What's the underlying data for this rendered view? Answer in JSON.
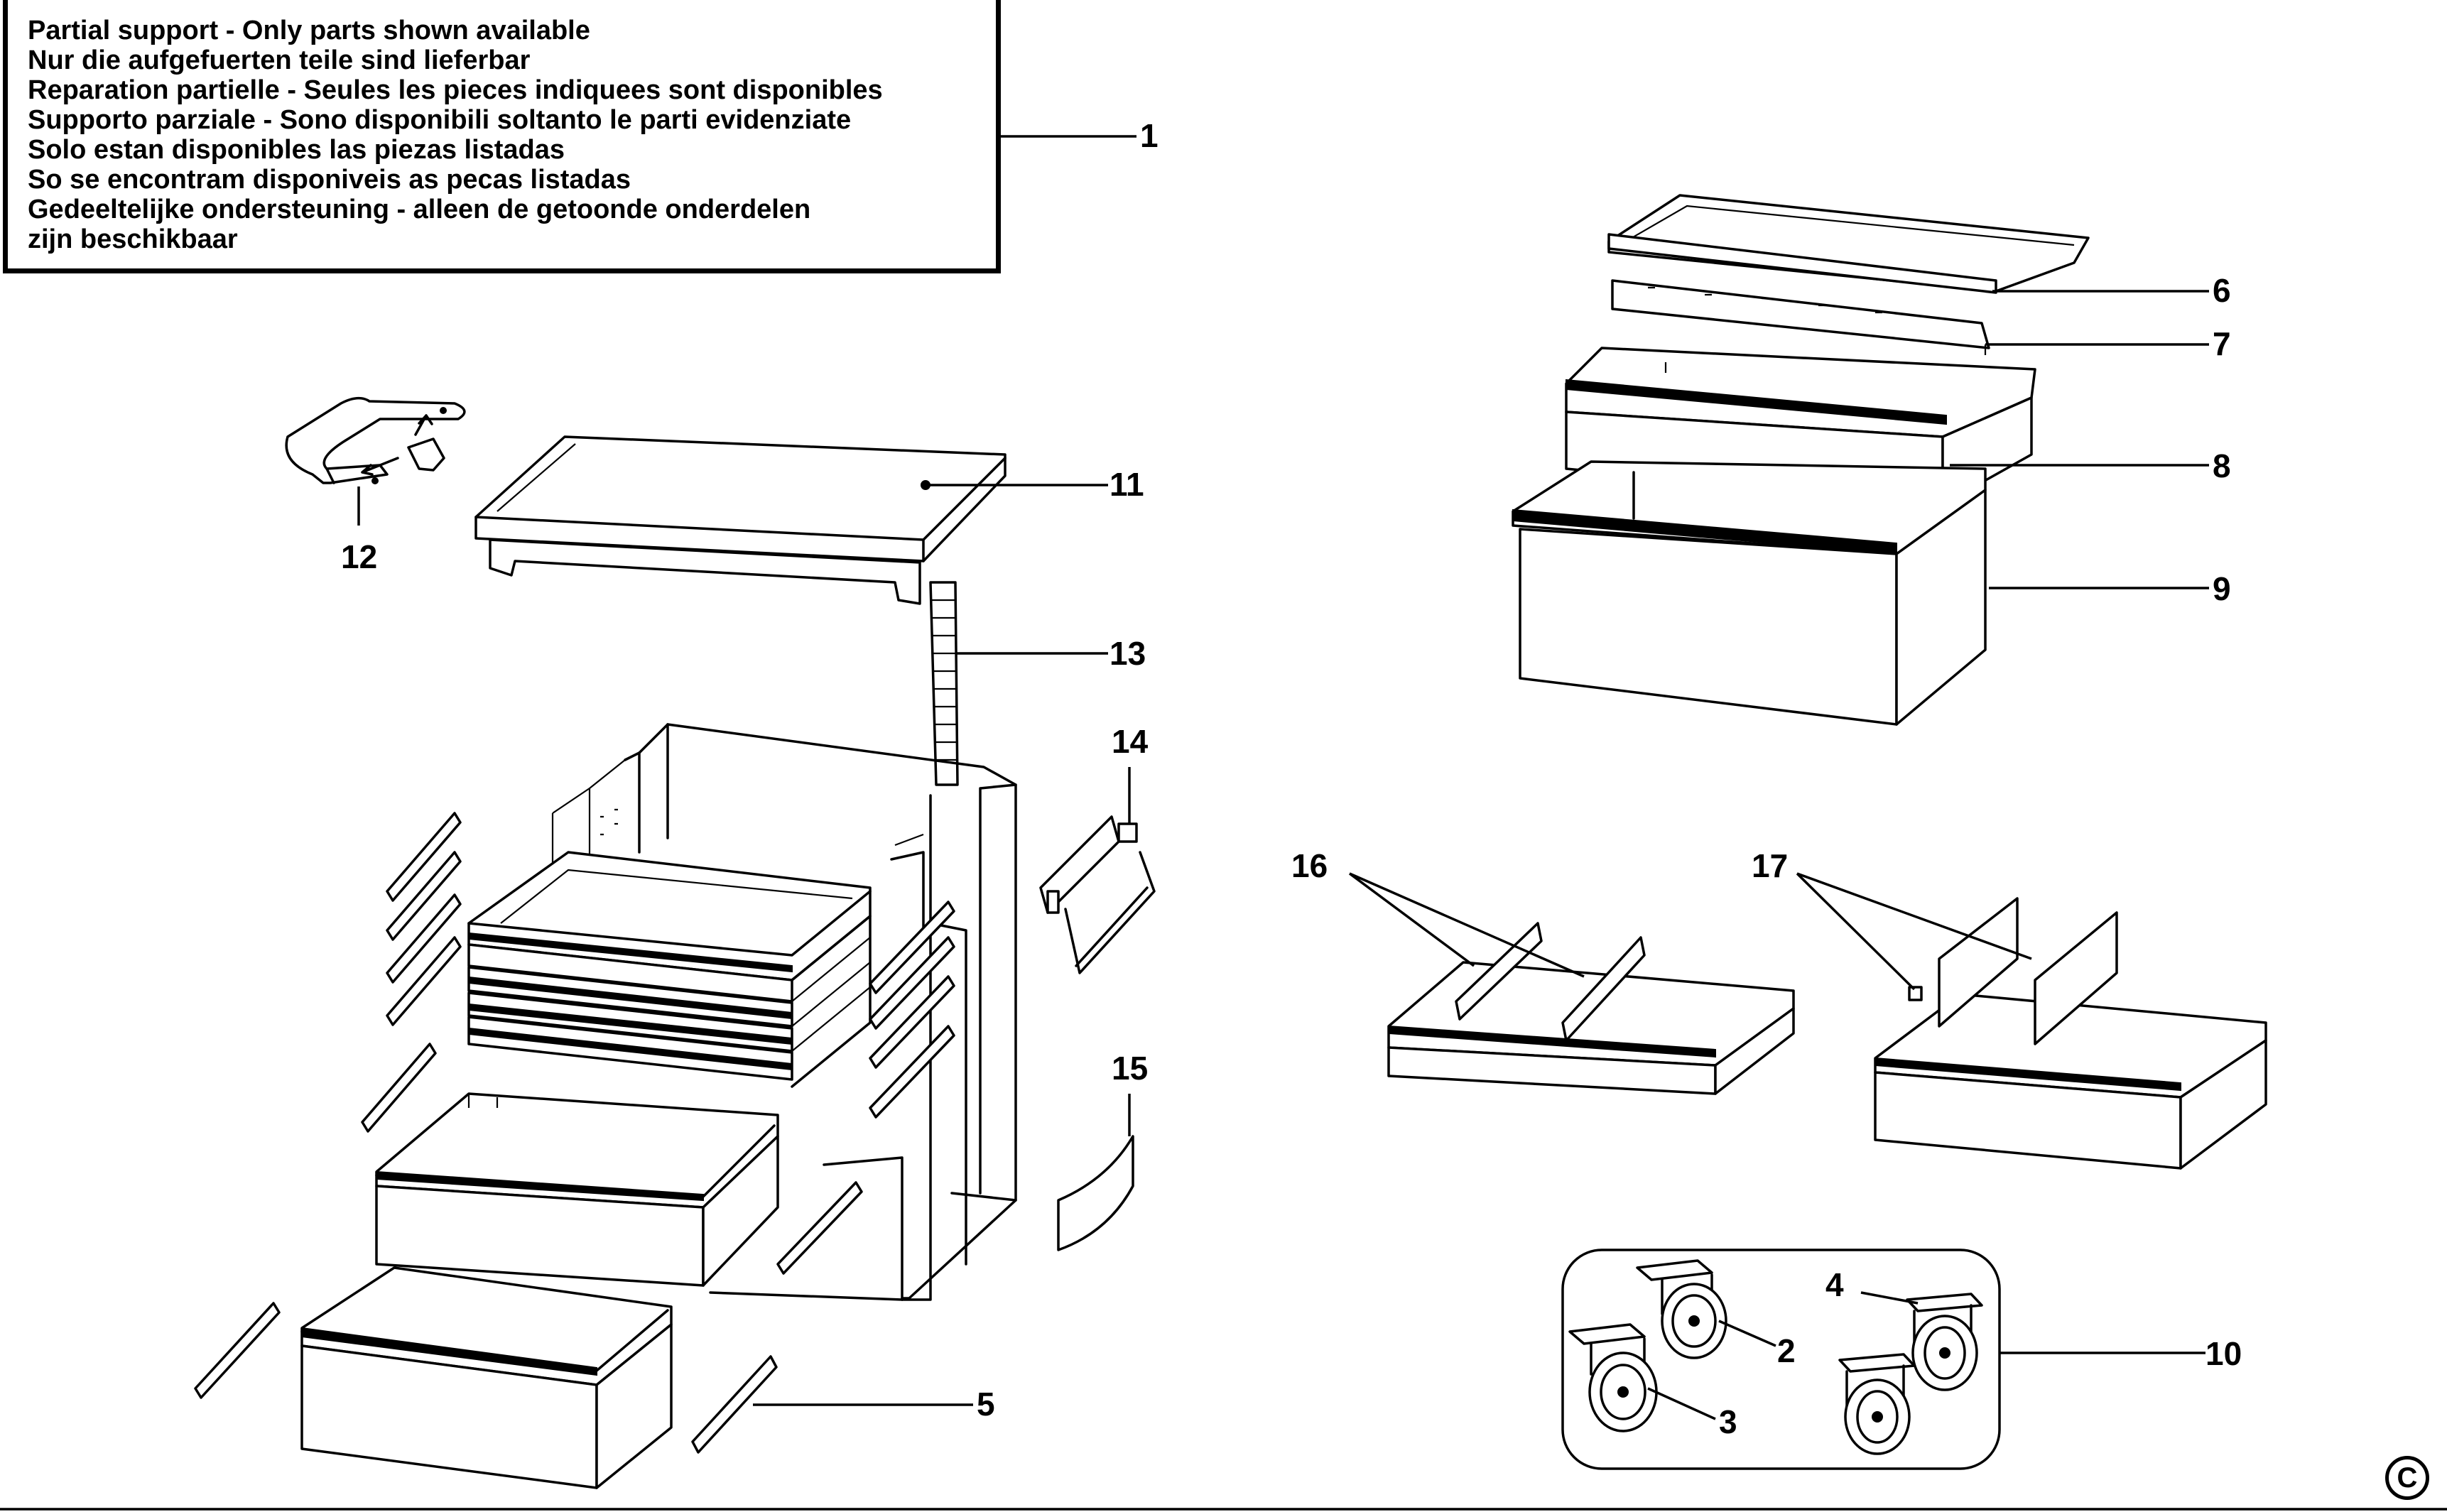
{
  "notice": {
    "lines": [
      "Partial support - Only parts shown available",
      "Nur die aufgefuerten teile sind lieferbar",
      "Reparation partielle - Seules les pieces indiquees sont disponibles",
      "Supporto parziale - Sono disponibili soltanto le parti evidenziate",
      "Solo estan disponibles las piezas listadas",
      "So se encontram disponiveis as pecas listadas",
      "Gedeeltelijke ondersteuning - alleen de getoonde onderdelen",
      "zijn beschikbaar"
    ]
  },
  "callouts": {
    "p1": "1",
    "p2": "2",
    "p3": "3",
    "p4": "4",
    "p5": "5",
    "p6": "6",
    "p7": "7",
    "p8": "8",
    "p9": "9",
    "p10": "10",
    "p11": "11",
    "p12": "12",
    "p13": "13",
    "p14": "14",
    "p15": "15",
    "p16": "16",
    "p17": "17"
  },
  "copyright": "C"
}
